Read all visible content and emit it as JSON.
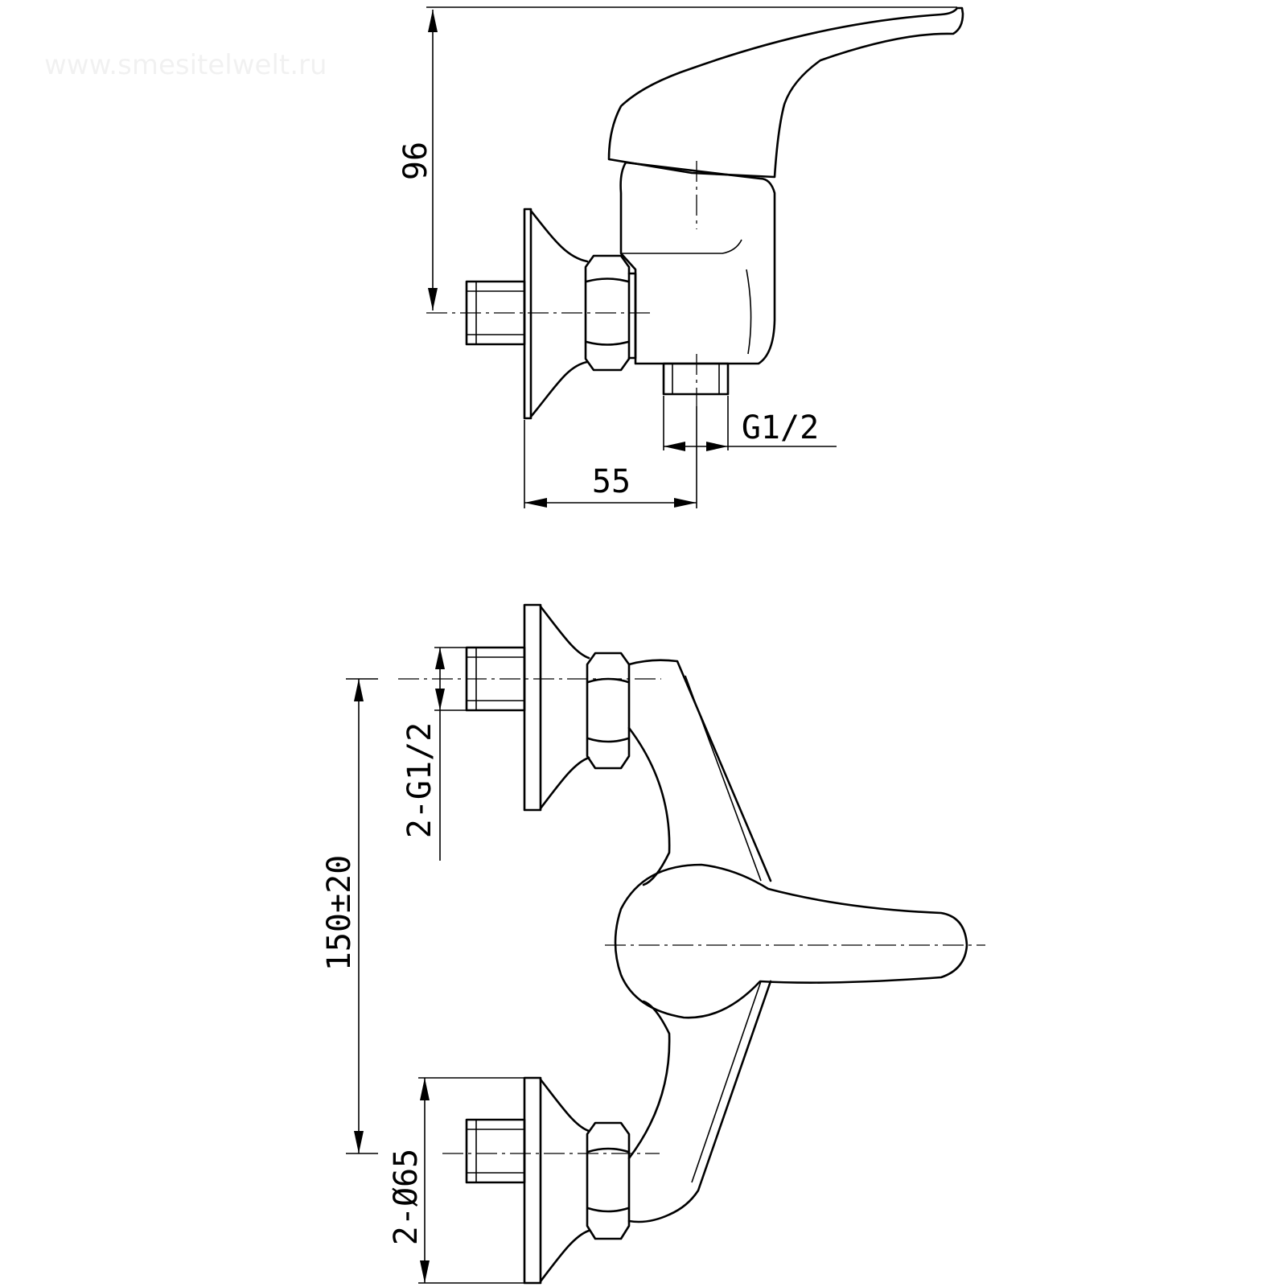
{
  "watermark": "www.smesitelwelt.ru",
  "dimensions": {
    "height": "96",
    "outlet_thread": "G1/2",
    "depth": "55",
    "inlet_thread": "2-G1/2",
    "center_distance": "150±20",
    "rosette_diameter": "2-Ø65"
  },
  "colors": {
    "line": "#000000",
    "background": "#ffffff"
  }
}
